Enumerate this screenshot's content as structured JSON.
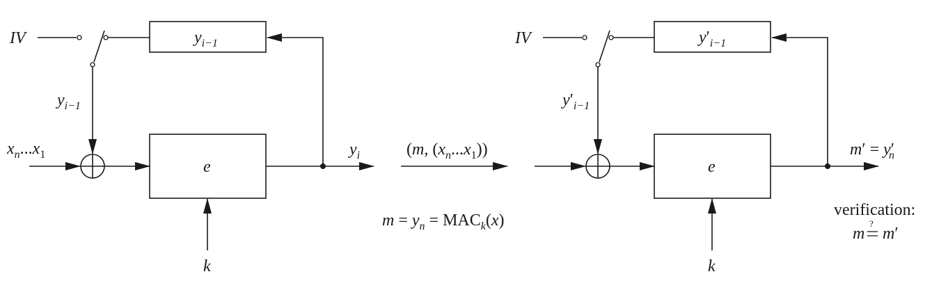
{
  "sender": {
    "iv": "IV",
    "x_in": {
      "x": "x",
      "sub_n": "n",
      "dots": "...",
      "x2": "x",
      "sub_1": "1"
    },
    "reg": {
      "y": "y",
      "sub": "i−1"
    },
    "fb": {
      "y": "y",
      "sub": "i−1"
    },
    "enc": "e",
    "key": "k",
    "out": {
      "y": "y",
      "sub": "i"
    }
  },
  "channel": {
    "transmit": {
      "p1": "(",
      "m": "m",
      "p2": ", (",
      "x": "x",
      "sub_n": "n",
      "dots": "...",
      "x2": "x",
      "sub_1": "1",
      "p3": "))"
    },
    "mac": {
      "m": "m",
      "eq1": " = ",
      "y": "y",
      "sub_n": "n",
      "eq2": " = MAC",
      "sub_k": "k",
      "p": "(",
      "x": "x",
      "p2": ")"
    }
  },
  "receiver": {
    "iv": "IV",
    "reg": {
      "y": "y",
      "prime": "′",
      "sub": "i−1"
    },
    "fb": {
      "y": "y",
      "prime": "′",
      "sub": "i−1"
    },
    "enc": "e",
    "key": "k",
    "out": {
      "m": "m",
      "prime": "′",
      "eq": " = ",
      "y": "y",
      "yprime": "′",
      "sub": "n"
    },
    "verification": {
      "title": "verification:",
      "lhs": "m",
      "q": "?",
      "rhs": "m",
      "rprime": "′"
    }
  }
}
